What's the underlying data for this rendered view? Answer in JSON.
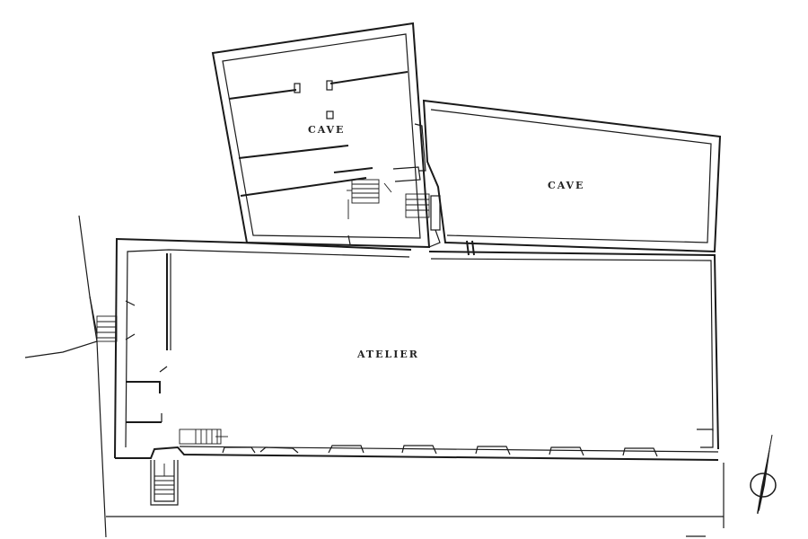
{
  "rooms": {
    "cave_upper": "CAVE",
    "cave_right": "CAVE",
    "atelier": "ATELIER"
  },
  "compass": {
    "icon": "north-arrow-icon"
  }
}
